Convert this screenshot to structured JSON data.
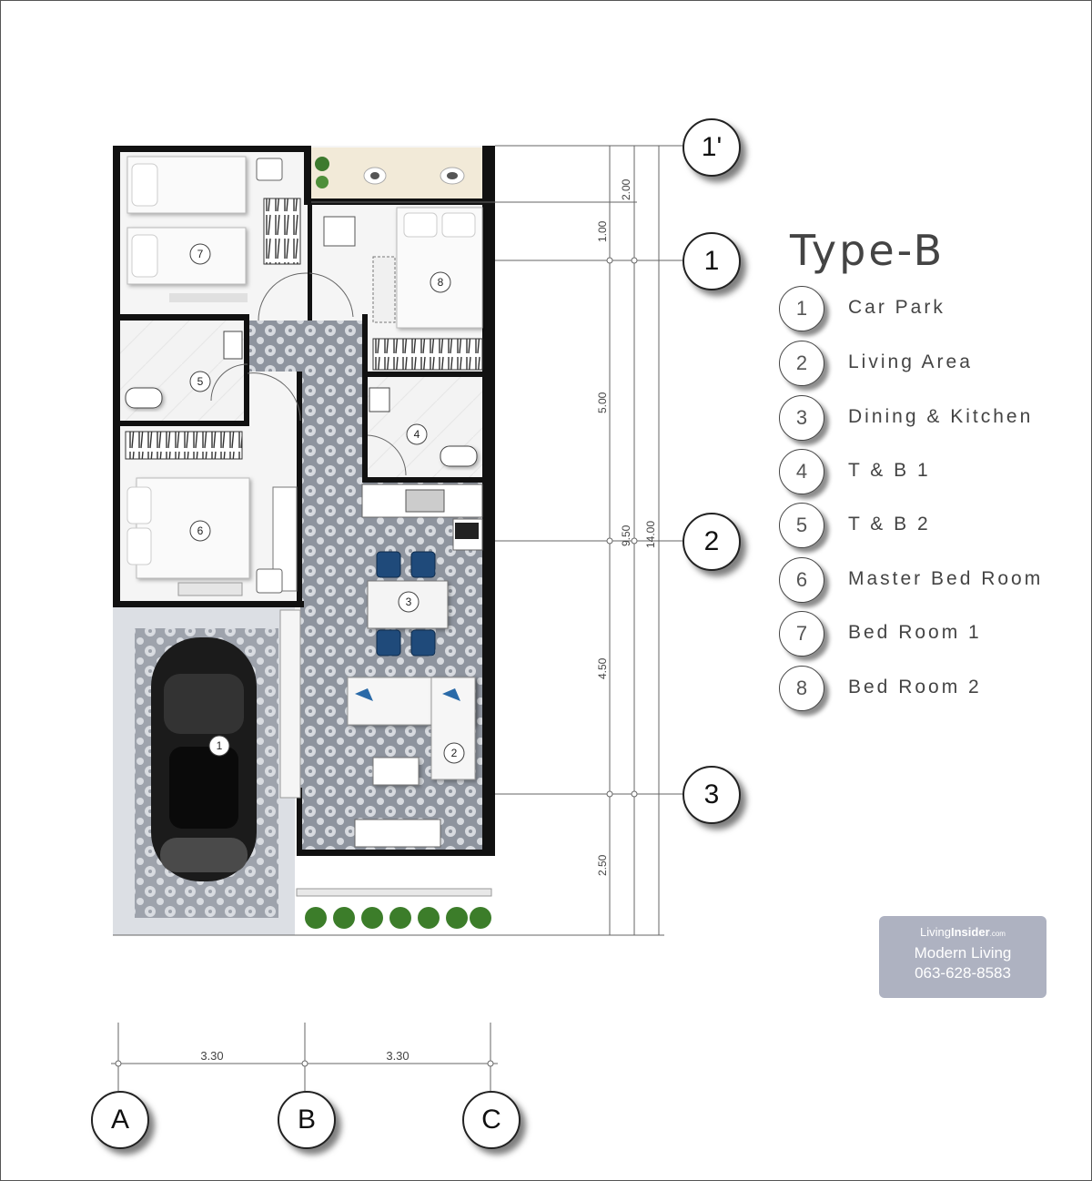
{
  "legend": {
    "title": "Type-B",
    "items": [
      {
        "num": "1",
        "label": "Car Park"
      },
      {
        "num": "2",
        "label": "Living Area"
      },
      {
        "num": "3",
        "label": "Dining & Kitchen"
      },
      {
        "num": "4",
        "label": "T & B 1"
      },
      {
        "num": "5",
        "label": "T & B 2"
      },
      {
        "num": "6",
        "label": "Master Bed Room"
      },
      {
        "num": "7",
        "label": "Bed Room 1"
      },
      {
        "num": "8",
        "label": "Bed Room 2"
      }
    ]
  },
  "grid_axes": {
    "rows": [
      "1'",
      "1",
      "2",
      "3"
    ],
    "cols": [
      "A",
      "B",
      "C"
    ]
  },
  "dimensions": {
    "vertical": [
      "2.00",
      "1.00",
      "5.00",
      "9.50",
      "14.00",
      "4.50",
      "2.50"
    ],
    "horizontal": [
      "3.30",
      "3.30"
    ]
  },
  "room_tags": [
    "1",
    "2",
    "3",
    "4",
    "5",
    "6",
    "7",
    "8"
  ],
  "watermark": {
    "brand_light": "Living",
    "brand_bold": "Insider",
    "brand_suffix": ".com",
    "line1": "Modern Living",
    "line2": "063-628-8583"
  },
  "colors": {
    "wall": "#111111",
    "tile": "#9aa0aa",
    "ink": "#444444",
    "watermark_bg": "#aeb2c1"
  }
}
